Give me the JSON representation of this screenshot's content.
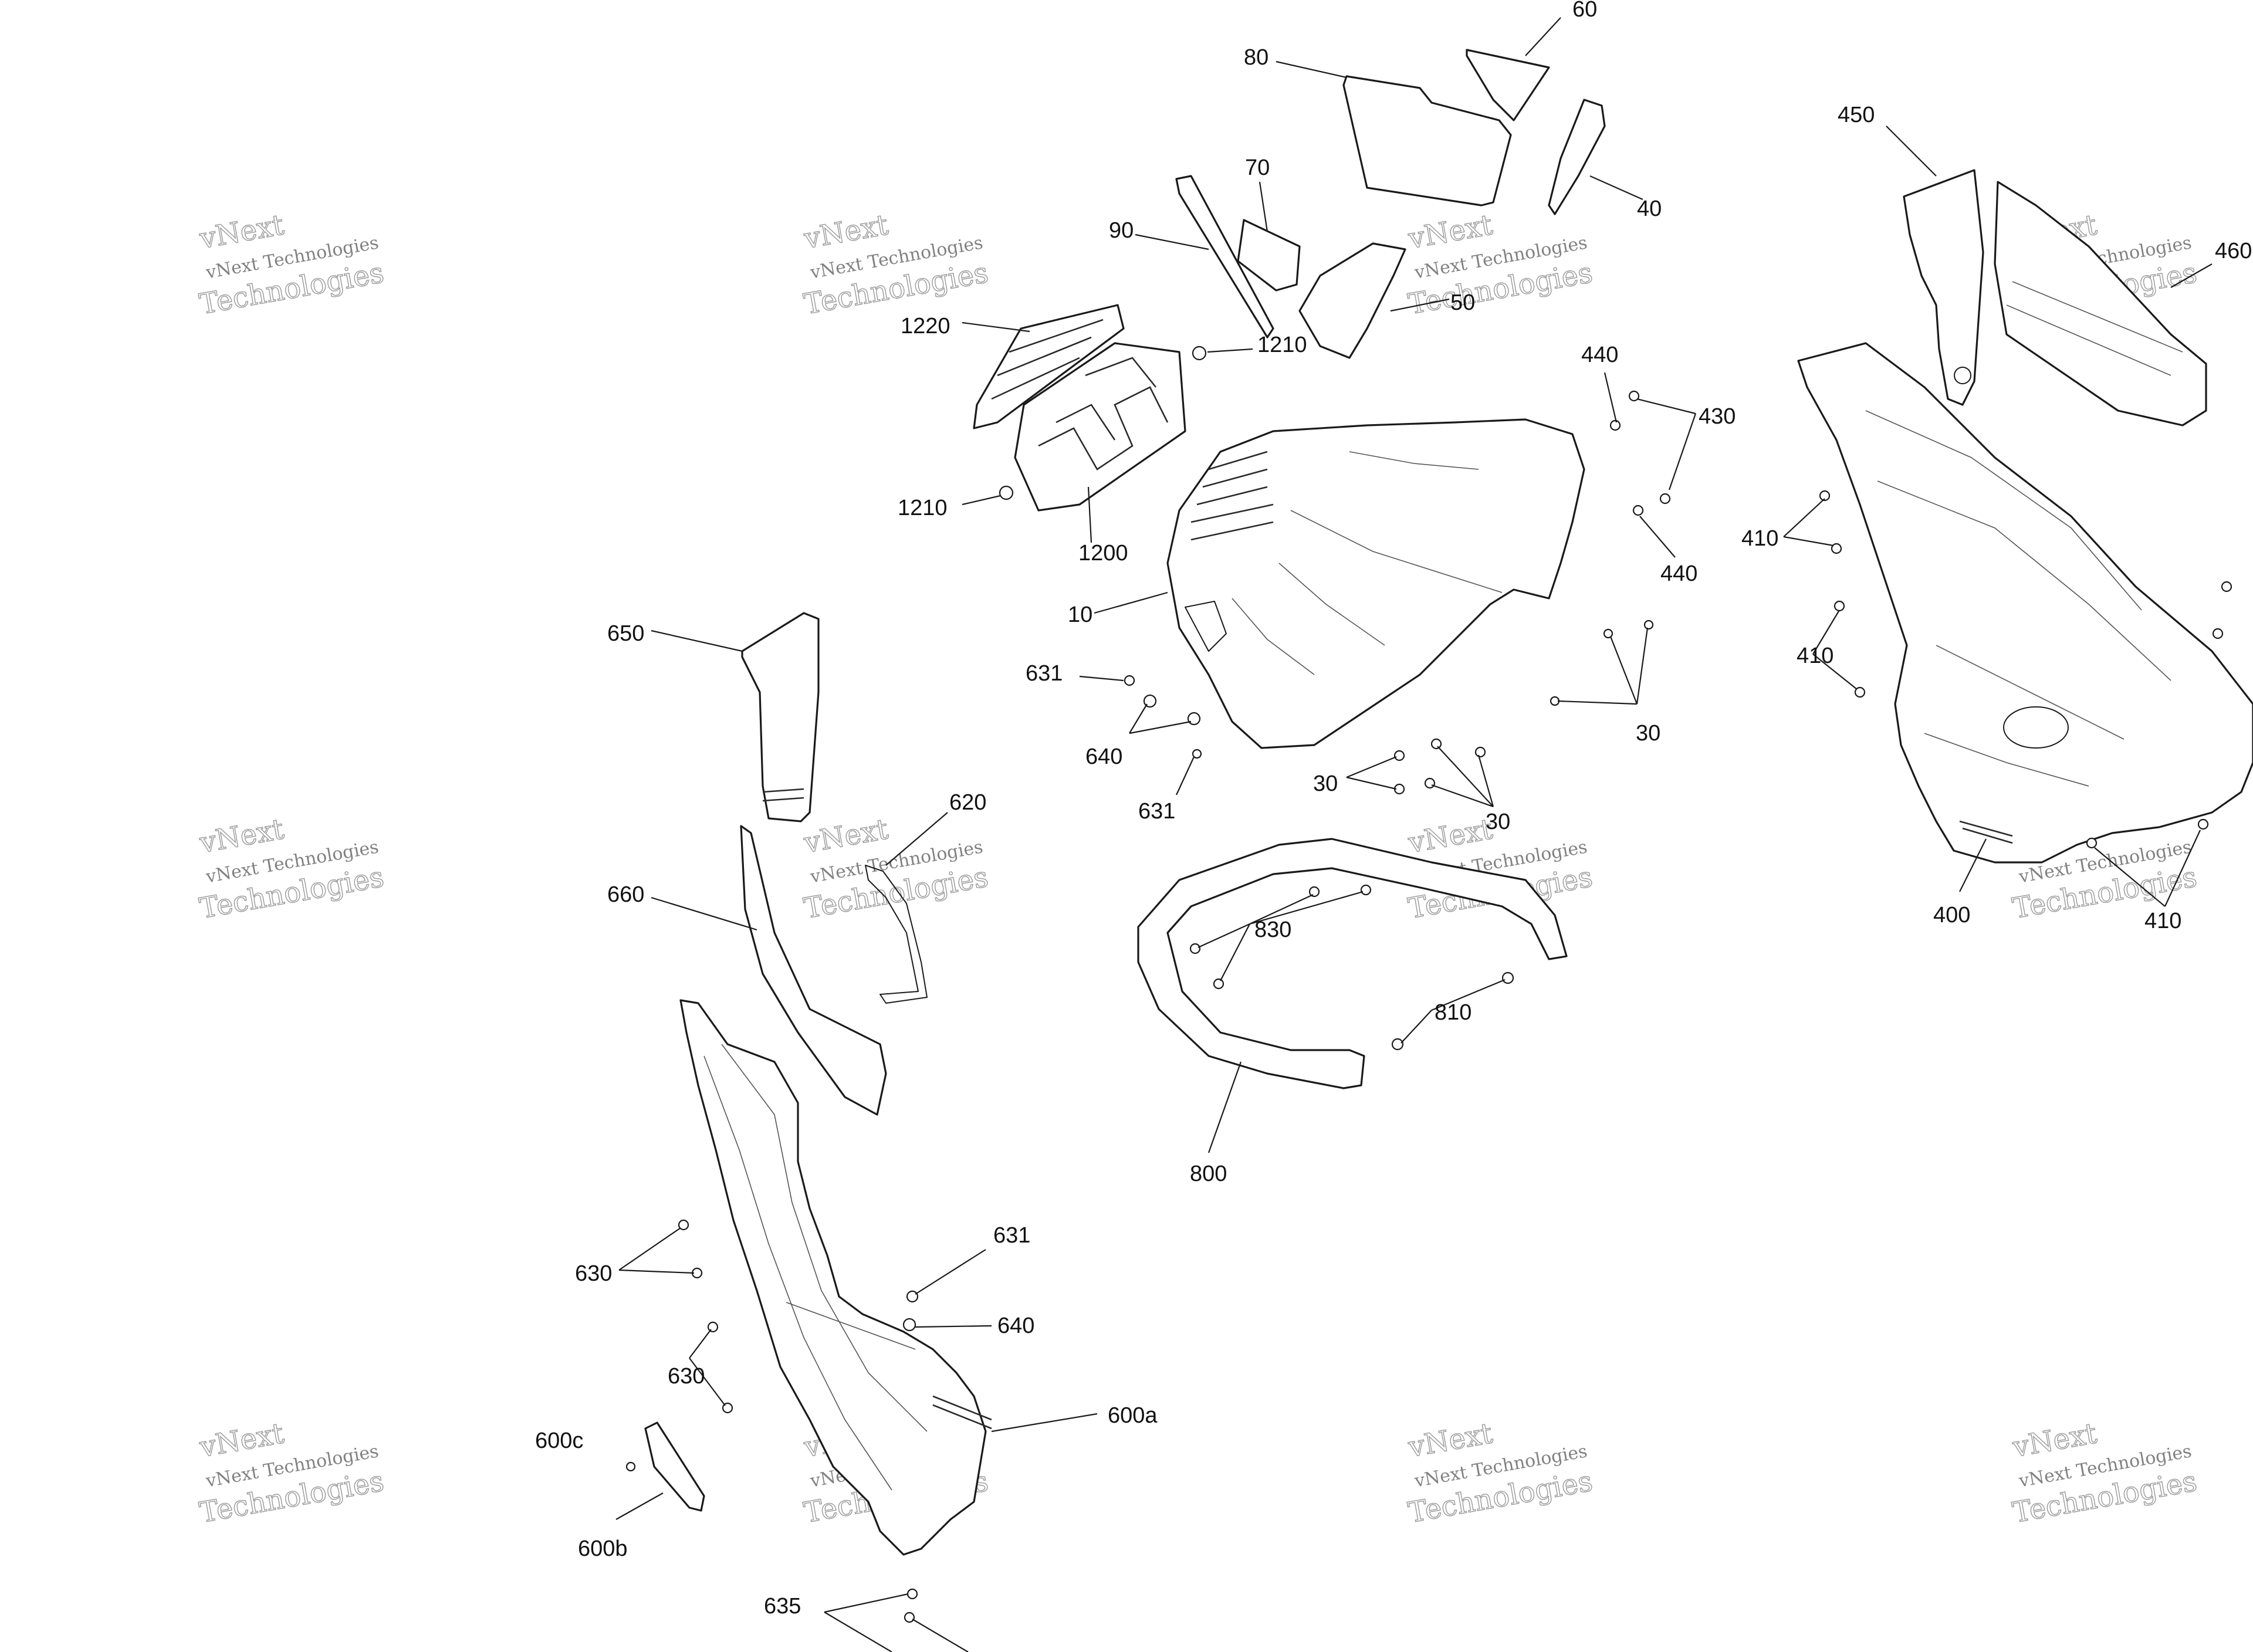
{
  "colors": {
    "background": "#ffffff",
    "line": "#1a1a1a",
    "watermark": "#555555"
  },
  "watermark": {
    "line1": "vNext Technologies",
    "line2": "vNext",
    "line3": "Technologies"
  },
  "callouts": {
    "c60": "60",
    "c80": "80",
    "c70": "70",
    "c90": "90",
    "c40": "40",
    "c50": "50",
    "c450": "450",
    "c460": "460",
    "c1220": "1220",
    "c1210a": "1210",
    "c1210b": "1210",
    "c1200": "1200",
    "c10": "10",
    "c440a": "440",
    "c430": "430",
    "c440b": "440",
    "c410a": "410",
    "c410b": "410",
    "c410c": "410",
    "c400": "400",
    "c650": "650",
    "c631a": "631",
    "c640a": "640",
    "c631b": "631",
    "c30a": "30",
    "c30b": "30",
    "c30c": "30",
    "c620": "620",
    "c660": "660",
    "c830": "830",
    "c810": "810",
    "c800": "800",
    "c630a": "630",
    "c630b": "630",
    "c631c": "631",
    "c640b": "640",
    "c600a": "600a",
    "c600c": "600c",
    "c600b": "600b",
    "c635": "635"
  }
}
